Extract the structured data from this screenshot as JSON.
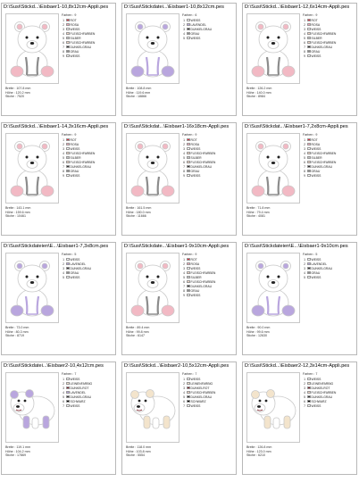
{
  "colors": {
    "rot": "#e3283a",
    "rosa": "#f4a6b8",
    "weiss": "#ffffff",
    "fleisch": "#f5d6c4",
    "silber": "#c4c4c4",
    "dunkelgrau": "#333333",
    "grau": "#8c8c8c",
    "lavendel": "#b9a6de",
    "dunkelrot": "#7a1a24",
    "schwarz": "#000000",
    "leinen": "#f3e4cc"
  },
  "cards": [
    {
      "title": "D:\\Susi\\Stickd...\\Eisbaer1-10,8x12cm-Appli.pes",
      "farben": "Farben : 9",
      "palette": [
        {
          "label": "ROT",
          "swatch": "#e3283a"
        },
        {
          "label": "ROSA",
          "swatch": "#f4a6b8"
        },
        {
          "label": "WEISS",
          "swatch": "#ffffff"
        },
        {
          "label": "FLEISCHFARBEN",
          "swatch": "#f5d6c4"
        },
        {
          "label": "SILBER",
          "swatch": "#c4c4c4"
        },
        {
          "label": "FLEISCHFARBEN",
          "swatch": "#f5d6c4"
        },
        {
          "label": "DUNKELGRAU",
          "swatch": "#333333"
        },
        {
          "label": "GRAU",
          "swatch": "#8c8c8c"
        },
        {
          "label": "WEISS",
          "swatch": "#ffffff"
        }
      ],
      "breite": "Breite : 107.8 mm",
      "hoehe": "Höhe : 120.2 mm",
      "stiche": "Stiche : 7520",
      "accent": "#f2b9c4",
      "feet": "#8c8c8c",
      "pose": "sit"
    },
    {
      "title": "D:\\Susi\\Stickdatei...\\Eisbaer1-10,8x12cm.pes",
      "farben": "Farben : 6",
      "palette": [
        {
          "label": "WEISS",
          "swatch": "#ffffff"
        },
        {
          "label": "LAVENDEL",
          "swatch": "#b9a6de"
        },
        {
          "label": "DUNKELGRAU",
          "swatch": "#333333"
        },
        {
          "label": "GRAU",
          "swatch": "#8c8c8c"
        },
        {
          "label": "WEISS",
          "swatch": "#ffffff"
        }
      ],
      "breite": "Breite : 108.8 mm",
      "hoehe": "Höhe : 119.6 mm",
      "stiche": "Stiche : 18866",
      "accent": "#b9a6de",
      "feet": "#b9a6de",
      "pose": "sit"
    },
    {
      "title": "D:\\Susi\\Stickd...\\Eisbaer1-12,6x14cm-Appli.pes",
      "farben": "Farben : 9",
      "palette": [
        {
          "label": "ROT",
          "swatch": "#e3283a"
        },
        {
          "label": "ROSA",
          "swatch": "#f4a6b8"
        },
        {
          "label": "WEISS",
          "swatch": "#ffffff"
        },
        {
          "label": "FLEISCHFARBEN",
          "swatch": "#f5d6c4"
        },
        {
          "label": "SILBER",
          "swatch": "#c4c4c4"
        },
        {
          "label": "FLEISCHFARBEN",
          "swatch": "#f5d6c4"
        },
        {
          "label": "DUNKELGRAU",
          "swatch": "#333333"
        },
        {
          "label": "GRAU",
          "swatch": "#8c8c8c"
        },
        {
          "label": "WEISS",
          "swatch": "#ffffff"
        }
      ],
      "breite": "Breite : 126.2 mm",
      "hoehe": "Höhe : 140.0 mm",
      "stiche": "Stiche : 8984",
      "accent": "#f2b9c4",
      "feet": "#8c8c8c",
      "pose": "sit"
    },
    {
      "title": "D:\\Susi\\Stickd...\\Eisbaer1-14,3x16cm-Appli.pes",
      "farben": "Farben : 9",
      "palette": [
        {
          "label": "ROT",
          "swatch": "#e3283a"
        },
        {
          "label": "ROSA",
          "swatch": "#f4a6b8"
        },
        {
          "label": "WEISS",
          "swatch": "#ffffff"
        },
        {
          "label": "FLEISCHFARBEN",
          "swatch": "#f5d6c4"
        },
        {
          "label": "SILBER",
          "swatch": "#c4c4c4"
        },
        {
          "label": "FLEISCHFARBEN",
          "swatch": "#f5d6c4"
        },
        {
          "label": "DUNKELGRAU",
          "swatch": "#333333"
        },
        {
          "label": "GRAU",
          "swatch": "#8c8c8c"
        },
        {
          "label": "WEISS",
          "swatch": "#ffffff"
        }
      ],
      "breite": "Breite : 143.1 mm",
      "hoehe": "Höhe : 159.6 mm",
      "stiche": "Stiche : 10461",
      "accent": "#f2b9c4",
      "feet": "#8c8c8c",
      "pose": "sit"
    },
    {
      "title": "D:\\Susi\\Stickdat...\\Eisbaer1-16x18cm-Appli.pes",
      "farben": "Farben : 9",
      "palette": [
        {
          "label": "ROT",
          "swatch": "#e3283a"
        },
        {
          "label": "ROSA",
          "swatch": "#f4a6b8"
        },
        {
          "label": "WEISS",
          "swatch": "#ffffff"
        },
        {
          "label": "FLEISCHFARBEN",
          "swatch": "#f5d6c4"
        },
        {
          "label": "SILBER",
          "swatch": "#c4c4c4"
        },
        {
          "label": "FLEISCHFARBEN",
          "swatch": "#f5d6c4"
        },
        {
          "label": "DUNKELGRAU",
          "swatch": "#333333"
        },
        {
          "label": "GRAU",
          "swatch": "#8c8c8c"
        },
        {
          "label": "WEISS",
          "swatch": "#ffffff"
        }
      ],
      "breite": "Breite : 161.5 mm",
      "hoehe": "Höhe : 180.0 mm",
      "stiche": "Stiche : 11666",
      "accent": "#f2b9c4",
      "feet": "#8c8c8c",
      "pose": "sit"
    },
    {
      "title": "D:\\Susi\\Stickdat...\\Eisbaer1-7,2x8cm-Appli.pes",
      "farben": "Farben : 9",
      "palette": [
        {
          "label": "ROT",
          "swatch": "#e3283a"
        },
        {
          "label": "ROSA",
          "swatch": "#f4a6b8"
        },
        {
          "label": "WEISS",
          "swatch": "#ffffff"
        },
        {
          "label": "FLEISCHFARBEN",
          "swatch": "#f5d6c4"
        },
        {
          "label": "SILBER",
          "swatch": "#c4c4c4"
        },
        {
          "label": "FLEISCHFARBEN",
          "swatch": "#f5d6c4"
        },
        {
          "label": "DUNKELGRAU",
          "swatch": "#333333"
        },
        {
          "label": "GRAU",
          "swatch": "#8c8c8c"
        },
        {
          "label": "WEISS",
          "swatch": "#ffffff"
        }
      ],
      "breite": "Breite : 71.8 mm",
      "hoehe": "Höhe : 79.4 mm",
      "stiche": "Stiche : 4081",
      "accent": "#f2b9c4",
      "feet": "#8c8c8c",
      "pose": "sit"
    },
    {
      "title": "D:\\Susi\\Stickdateien\\E...\\Eisbaer1-7,3x8cm.pes",
      "farben": "Farben : 5",
      "palette": [
        {
          "label": "WEISS",
          "swatch": "#ffffff"
        },
        {
          "label": "LAVENDEL",
          "swatch": "#b9a6de"
        },
        {
          "label": "DUNKELGRAU",
          "swatch": "#333333"
        },
        {
          "label": "GRAU",
          "swatch": "#8c8c8c"
        },
        {
          "label": "WEISS",
          "swatch": "#ffffff"
        }
      ],
      "breite": "Breite : 73.0 mm",
      "hoehe": "Höhe : 80.3 mm",
      "stiche": "Stiche : 8719",
      "accent": "#b9a6de",
      "feet": "#b9a6de",
      "pose": "sit"
    },
    {
      "title": "D:\\Susi\\Stickdate...\\Eisbaer1-9x10cm-Appli.pes",
      "farben": "Farben : 9",
      "palette": [
        {
          "label": "ROT",
          "swatch": "#e3283a"
        },
        {
          "label": "ROSA",
          "swatch": "#f4a6b8"
        },
        {
          "label": "WEISS",
          "swatch": "#ffffff"
        },
        {
          "label": "FLEISCHFARBEN",
          "swatch": "#f5d6c4"
        },
        {
          "label": "SILBER",
          "swatch": "#c4c4c4"
        },
        {
          "label": "FLEISCHFARBEN",
          "swatch": "#f5d6c4"
        },
        {
          "label": "DUNKELGRAU",
          "swatch": "#333333"
        },
        {
          "label": "GRAU",
          "swatch": "#8c8c8c"
        },
        {
          "label": "WEISS",
          "swatch": "#ffffff"
        }
      ],
      "breite": "Breite : 89.4 mm",
      "hoehe": "Höhe : 99.8 mm",
      "stiche": "Stiche : 6147",
      "accent": "#f2b9c4",
      "feet": "#8c8c8c",
      "pose": "sit"
    },
    {
      "title": "D:\\Susi\\Stickdateien\\E...\\Eisbaer1-9x10cm.pes",
      "farben": "Farben : 5",
      "palette": [
        {
          "label": "WEISS",
          "swatch": "#ffffff"
        },
        {
          "label": "LAVENDEL",
          "swatch": "#b9a6de"
        },
        {
          "label": "DUNKELGRAU",
          "swatch": "#333333"
        },
        {
          "label": "GRAU",
          "swatch": "#8c8c8c"
        },
        {
          "label": "WEISS",
          "swatch": "#ffffff"
        }
      ],
      "breite": "Breite : 90.0 mm",
      "hoehe": "Höhe : 99.6 mm",
      "stiche": "Stiche : 12630",
      "accent": "#b9a6de",
      "feet": "#b9a6de",
      "pose": "sit"
    },
    {
      "title": "D:\\Susi\\Stickdatei...\\Eisbaer2-10,4x12cm.pes",
      "farben": "Farben : 7",
      "palette": [
        {
          "label": "WEISS",
          "swatch": "#ffffff"
        },
        {
          "label": "LEINENFARBIG",
          "swatch": "#f3e4cc"
        },
        {
          "label": "DUNKELROT",
          "swatch": "#7a1a24"
        },
        {
          "label": "LAVENDEL",
          "swatch": "#b9a6de"
        },
        {
          "label": "DUNKELGRAU",
          "swatch": "#333333"
        },
        {
          "label": "SCHWARZ",
          "swatch": "#000000"
        },
        {
          "label": "WEISS",
          "swatch": "#ffffff"
        }
      ],
      "breite": "Breite : 119.1 mm",
      "hoehe": "Höhe : 104.2 mm",
      "stiche": "Stiche : 17869",
      "accent": "#b9a6de",
      "feet": "#b9a6de",
      "pose": "walk"
    },
    {
      "title": "D:\\Susi\\Stickd...\\Eisbaer2-10,5x12cm-Appli.pes",
      "farben": "Farben : 7",
      "palette": [
        {
          "label": "WEISS",
          "swatch": "#ffffff"
        },
        {
          "label": "LEINENFARBIG",
          "swatch": "#f3e4cc"
        },
        {
          "label": "DUNKELROT",
          "swatch": "#7a1a24"
        },
        {
          "label": "FLEISCHFARBEN",
          "swatch": "#f5d6c4"
        },
        {
          "label": "DUNKELGRAU",
          "swatch": "#333333"
        },
        {
          "label": "SCHWARZ",
          "swatch": "#000000"
        },
        {
          "label": "WEISS",
          "swatch": "#ffffff"
        }
      ],
      "breite": "Breite : 118.0 mm",
      "hoehe": "Höhe : 103.8 mm",
      "stiche": "Stiche : 5554",
      "accent": "#f3e4cc",
      "feet": "#f3e4cc",
      "pose": "walk"
    },
    {
      "title": "D:\\Susi\\Stickd...\\Eisbaer2-12,3x14cm-Appli.pes",
      "farben": "Farben : 7",
      "palette": [
        {
          "label": "WEISS",
          "swatch": "#ffffff"
        },
        {
          "label": "LEINENFARBIG",
          "swatch": "#f3e4cc"
        },
        {
          "label": "DUNKELROT",
          "swatch": "#7a1a24"
        },
        {
          "label": "FLEISCHFARBEN",
          "swatch": "#f5d6c4"
        },
        {
          "label": "DUNKELGRAU",
          "swatch": "#333333"
        },
        {
          "label": "SCHWARZ",
          "swatch": "#000000"
        },
        {
          "label": "WEISS",
          "swatch": "#ffffff"
        }
      ],
      "breite": "Breite : 126.8 mm",
      "hoehe": "Höhe : 123.0 mm",
      "stiche": "Stiche : 6210",
      "accent": "#f3e4cc",
      "feet": "#f3e4cc",
      "pose": "walk"
    }
  ]
}
